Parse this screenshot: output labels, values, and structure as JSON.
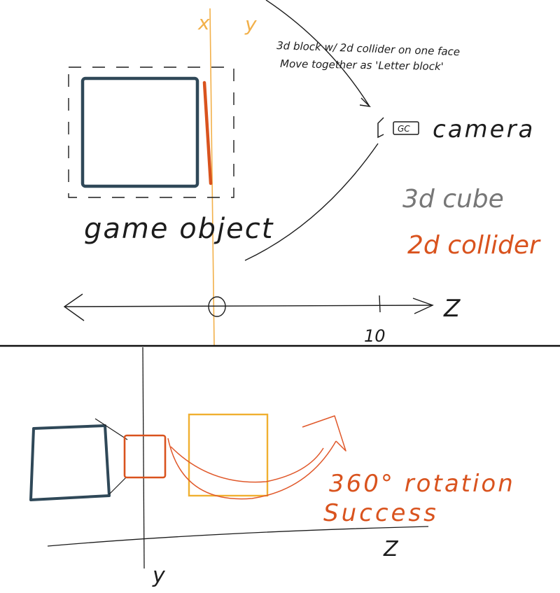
{
  "colors": {
    "ink": "#1c1c1c",
    "cube": "#2f4858",
    "collider": "#d9531e",
    "axis_yellow": "#f2b04a",
    "cube_label": "#777777",
    "cube_yellow": "#f0b030"
  },
  "top_panel": {
    "axis_label_x": "x",
    "axis_label_y": "y",
    "note_line_1": "3d block w/ 2d collider on one face",
    "note_line_2": "Move together as 'Letter block'",
    "camera_icon_label": "GC",
    "camera_label": "camera",
    "legend_cube": "3d cube",
    "legend_collider": "2d collider",
    "game_object_label": "game object",
    "origin_label": "0",
    "tick_label": "10",
    "z_axis_label": "Z"
  },
  "bottom_panel": {
    "rotation_label": "360° rotation",
    "success_label": "Success",
    "z_axis_label": "Z",
    "y_axis_label": "y"
  }
}
